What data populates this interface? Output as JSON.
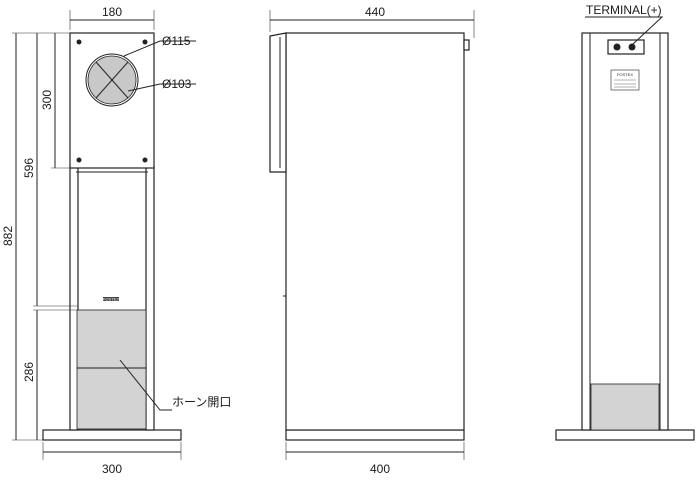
{
  "dimensions": {
    "front_width": "180",
    "front_base_width": "300",
    "side_depth": "440",
    "side_base_depth": "400",
    "total_height": "882",
    "upper_height": "596",
    "cabinet_height": "300",
    "horn_height": "286",
    "outer_diameter": "Ø115",
    "inner_diameter": "Ø103"
  },
  "labels": {
    "terminal": "TERMINAL(+)",
    "horn_opening": "ホーン開口",
    "brand_mark": "FOSTEX",
    "plate_brand": "FOSTEX"
  },
  "colors": {
    "line": "#222222",
    "horn_fill": "#d3d3d3",
    "driver_fill": "#c8c8c8"
  }
}
